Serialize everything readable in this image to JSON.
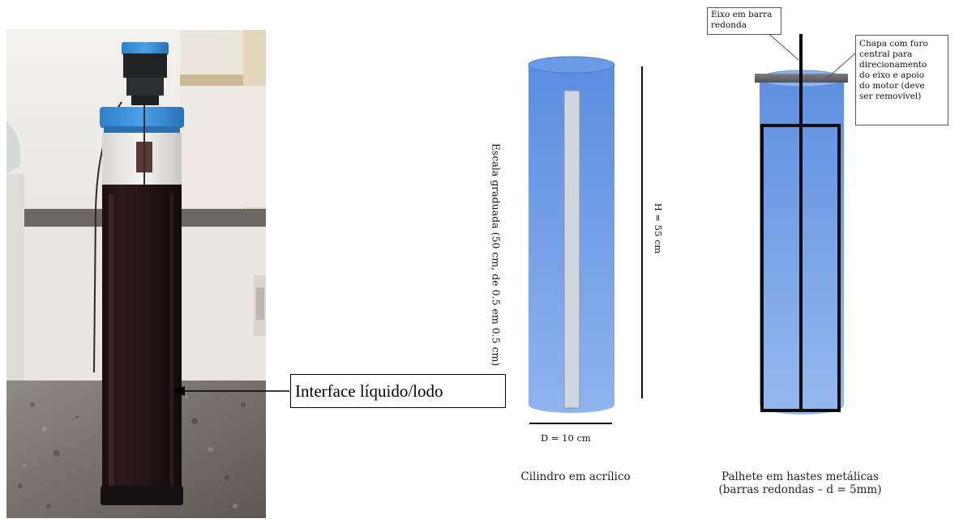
{
  "photo": {
    "label": "Interface líquido/lodo"
  },
  "cylinder_diagram": {
    "scale_text": "Escala graduada (50 cm, de 0.5 em 0.5 cm)",
    "height_label": "H = 55 cm",
    "diameter_label": "D = 10 cm",
    "caption": "Cilindro em acrílico",
    "color_top": "#5b8de0",
    "color_bottom": "#8eb4ee"
  },
  "paddle_diagram": {
    "shaft_label": [
      "Eixo em barra",
      "redonda"
    ],
    "plate_label": [
      "Chapa com furo",
      "central para",
      "direcionamento",
      "do eixo e apoio",
      "do motor (deve",
      "ser removível)"
    ],
    "caption": [
      "Palhete em hastes metálicas",
      "(barras redondas – d = 5mm)"
    ]
  }
}
